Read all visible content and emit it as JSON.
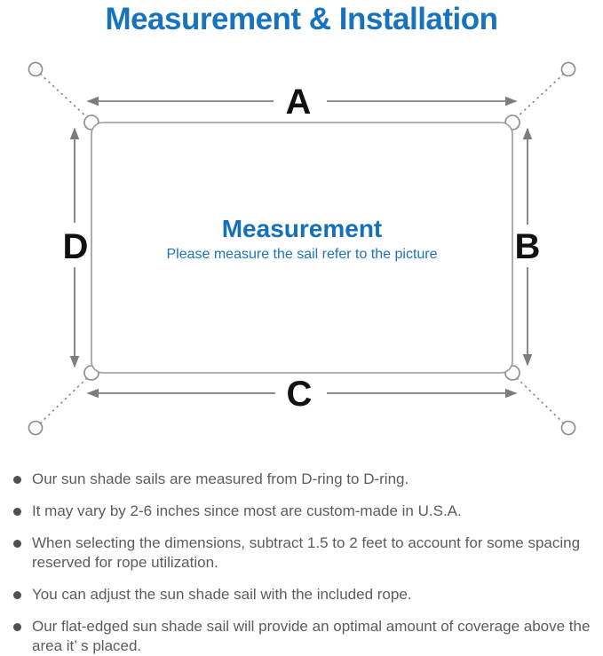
{
  "title": "Measurement & Installation",
  "colors": {
    "accent_blue": "#1873bd",
    "center_blue": "#1470b8",
    "diagram_gray": "#7d7d7d",
    "note_gray": "#5c5c5c",
    "label_black": "#111111"
  },
  "diagram": {
    "dimension_labels": {
      "top": "A",
      "right": "B",
      "bottom": "C",
      "left": "D"
    },
    "center_title": "Measurement",
    "center_subtitle": "Please measure the sail refer to the picture"
  },
  "notes": {
    "items": [
      "Our sun shade sails are measured from D-ring to D-ring.",
      "It may vary by 2-6 inches since most are custom-made in U.S.A.",
      "When selecting the dimensions, subtract 1.5 to 2 feet to account for some spacing reserved for rope utilization.",
      "You can adjust the sun shade sail with the included rope.",
      "Our flat-edged sun shade sail will provide an optimal amount of coverage above the area it’ s placed."
    ]
  }
}
